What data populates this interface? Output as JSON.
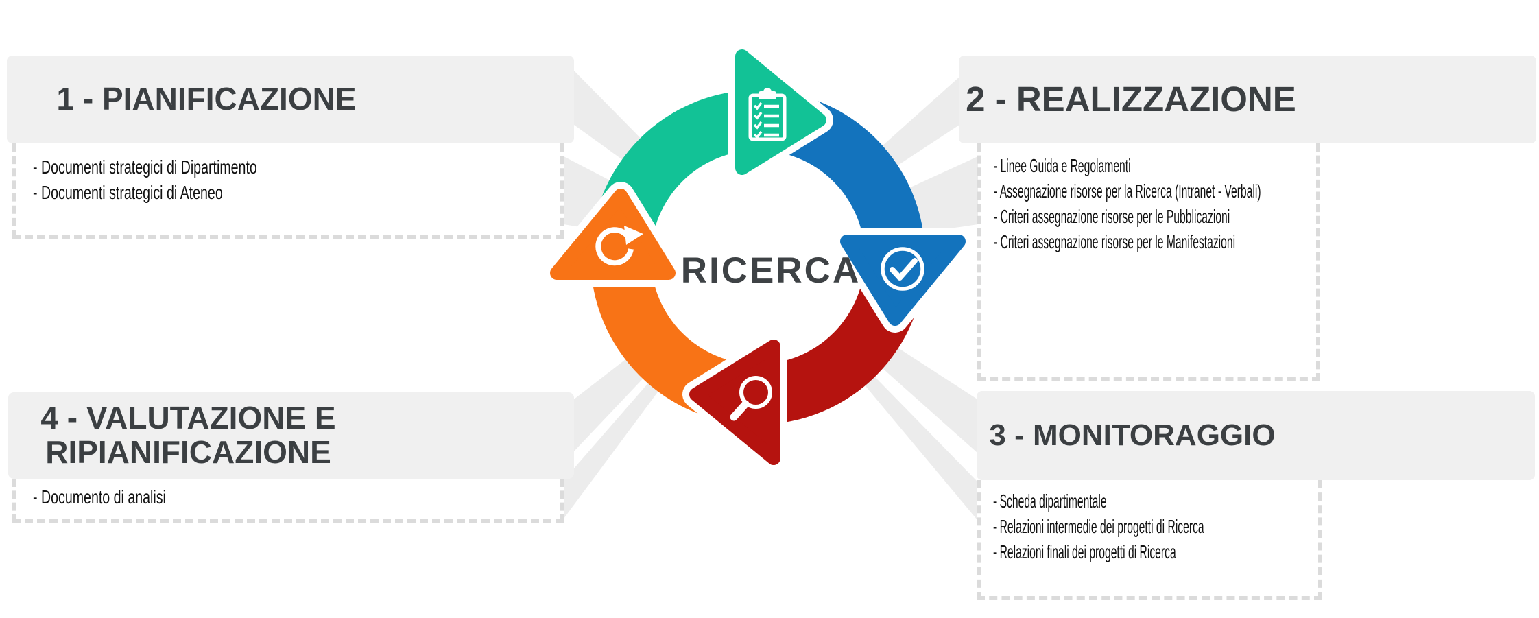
{
  "cycle": {
    "label": "RICERCA",
    "segments": [
      {
        "name": "pianificazione",
        "color": "#12C296",
        "icon": "clipboard-checklist-icon"
      },
      {
        "name": "realizzazione",
        "color": "#1373BD",
        "icon": "check-circle-icon"
      },
      {
        "name": "monitoraggio",
        "color": "#B5130F",
        "icon": "magnifier-icon"
      },
      {
        "name": "valutazione-ripianificazione",
        "color": "#F87316",
        "icon": "refresh-icon"
      }
    ]
  },
  "panels": [
    {
      "title": "1 - PIANIFICAZIONE",
      "items": [
        "- Documenti strategici di Dipartimento",
        "- Documenti strategici di Ateneo"
      ]
    },
    {
      "title": "2 - REALIZZAZIONE",
      "items": [
        "- Linee Guida e Regolamenti",
        "- Assegnazione risorse per la Ricerca (Intranet - Verbali)",
        "- Criteri assegnazione risorse per le Pubblicazioni",
        "- Criteri assegnazione risorse per le Manifestazioni"
      ]
    },
    {
      "title": "3 - MONITORAGGIO",
      "items": [
        "- Scheda dipartimentale",
        "- Relazioni intermedie dei progetti di Ricerca",
        "- Relazioni finali dei progetti di Ricerca"
      ]
    },
    {
      "title": "4 - VALUTAZIONE E RIPIANIFICAZIONE",
      "items": [
        "- Documento di analisi"
      ]
    }
  ],
  "style": {
    "header_bg": "#F0F0F0",
    "beam_color": "#ECECEC",
    "dotted_border_color": "#DBDBDB",
    "title_color": "#3B3F42",
    "item_color": "#121212",
    "cycle_label_color": "#3E4245"
  }
}
